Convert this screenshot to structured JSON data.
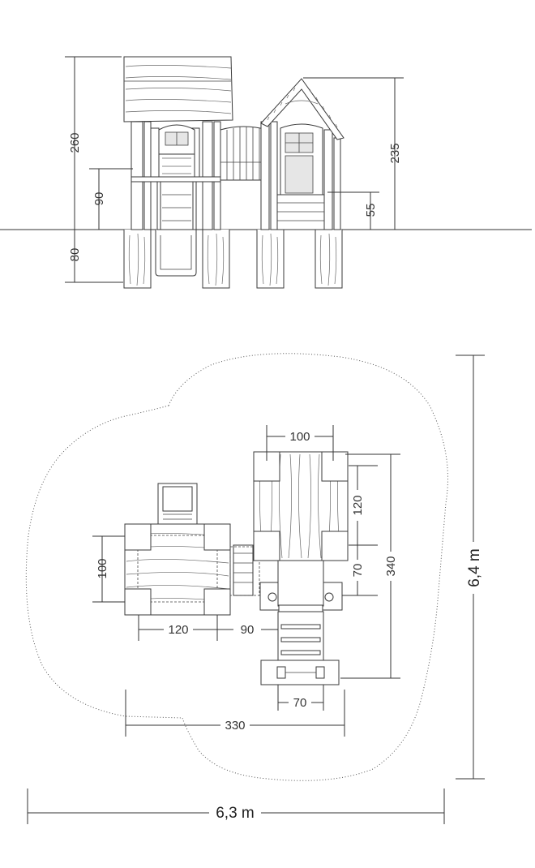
{
  "elevation": {
    "dims": {
      "total_height": "260",
      "platform_height": "90",
      "foundation_depth": "80",
      "tower_height": "235",
      "small_platform_height": "55"
    }
  },
  "plan": {
    "dims": {
      "slide_tower_depth": "100",
      "slide_tower_width": "120",
      "bridge_length": "90",
      "roof_width": "100",
      "roof_depth": "120",
      "stair_offset": "70",
      "tower_total_depth": "340",
      "stair_width": "70",
      "overall_width": "330"
    }
  },
  "safety_area": {
    "width": "6,3 m",
    "depth": "6,4 m"
  }
}
